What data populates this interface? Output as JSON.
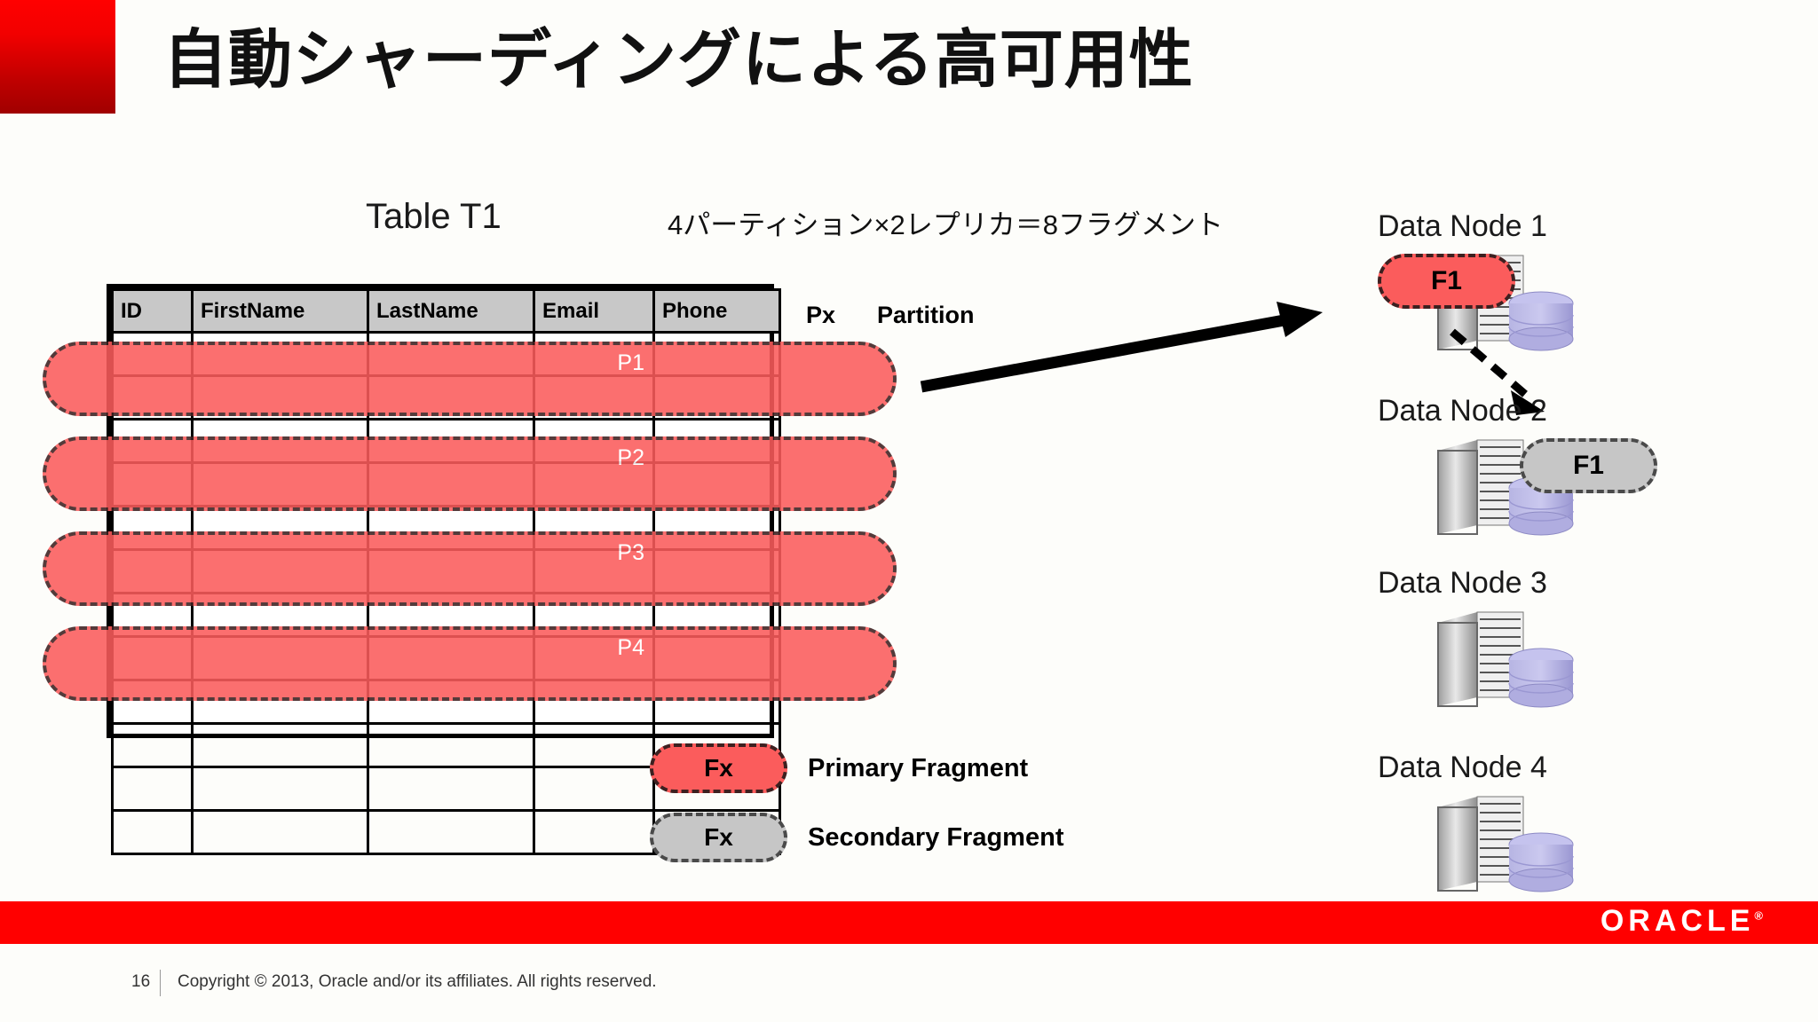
{
  "header": {
    "title": "自動シャーディングによる高可用性"
  },
  "table_section": {
    "caption": "Table T1",
    "formula": "4パーティション×2レプリカ＝8フラグメント",
    "columns": [
      "ID",
      "FirstName",
      "LastName",
      "Email",
      "Phone"
    ],
    "px_header": "Px",
    "partition_header": "Partition",
    "partitions": [
      {
        "label": "P1"
      },
      {
        "label": "P2"
      },
      {
        "label": "P3"
      },
      {
        "label": "P4"
      }
    ],
    "row_count": 12
  },
  "legend": {
    "items": [
      {
        "chip": "Fx",
        "label": "Primary Fragment",
        "color": "#FB5C5C"
      },
      {
        "chip": "Fx",
        "label": "Secondary Fragment",
        "color": "#C6C6C6"
      }
    ]
  },
  "data_nodes": [
    {
      "label": "Data Node 1",
      "fragment": "F1",
      "fragment_type": "primary"
    },
    {
      "label": "Data Node 2",
      "fragment": "F1",
      "fragment_type": "secondary"
    },
    {
      "label": "Data Node 3",
      "fragment": "",
      "fragment_type": "none"
    },
    {
      "label": "Data Node 4",
      "fragment": "",
      "fragment_type": "none"
    }
  ],
  "footer": {
    "page_number": "16",
    "copyright": "Copyright © 2013, Oracle and/or its affiliates. All rights reserved.",
    "logo": "ORACLE",
    "logo_mark": "®",
    "bar_color": "#FF0000"
  }
}
